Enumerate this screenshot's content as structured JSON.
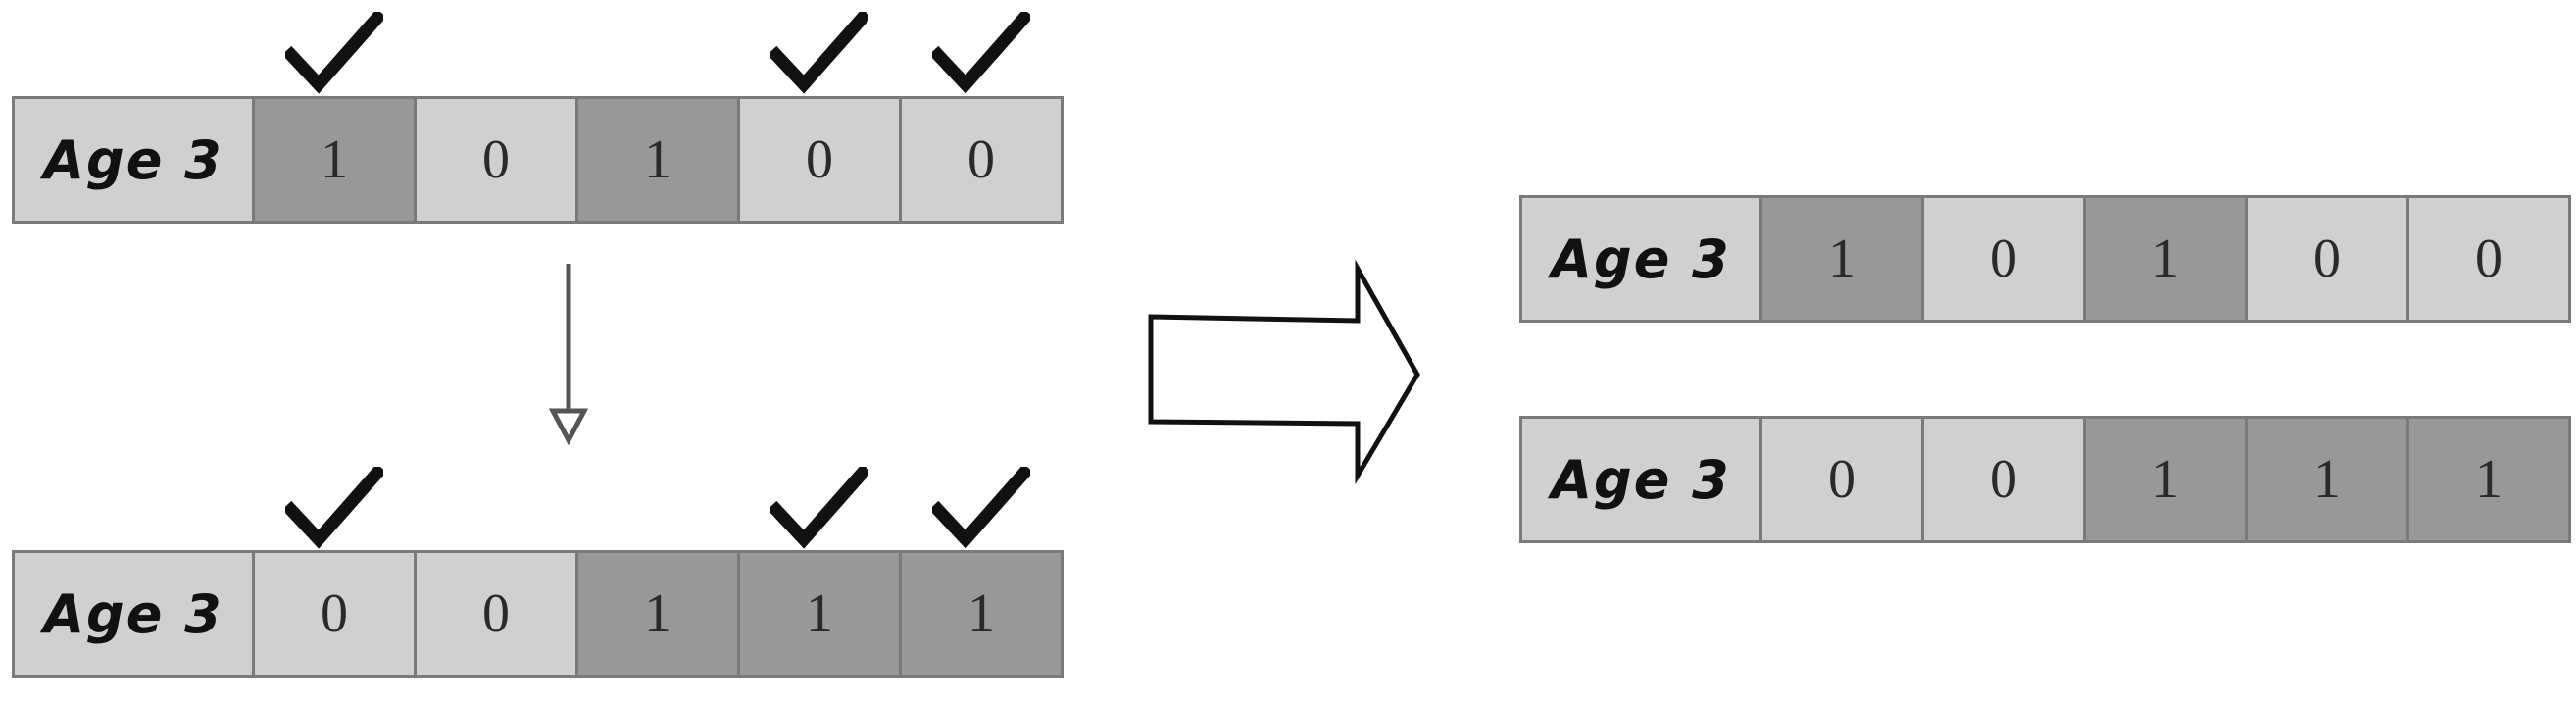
{
  "colors": {
    "light_cell": "#d0d0d0",
    "dark_cell": "#989898",
    "border": "#7a7a7a",
    "check": "#111111",
    "arrow": "#555555"
  },
  "rows": {
    "left_top": {
      "label": "Age  3",
      "cells": [
        {
          "v": "1",
          "shade": "dark"
        },
        {
          "v": "0",
          "shade": "light"
        },
        {
          "v": "1",
          "shade": "dark"
        },
        {
          "v": "0",
          "shade": "light"
        },
        {
          "v": "0",
          "shade": "light"
        }
      ],
      "checked": [
        0,
        3,
        4
      ]
    },
    "left_bottom": {
      "label": "Age  3",
      "cells": [
        {
          "v": "0",
          "shade": "light"
        },
        {
          "v": "0",
          "shade": "light"
        },
        {
          "v": "1",
          "shade": "dark"
        },
        {
          "v": "1",
          "shade": "dark"
        },
        {
          "v": "1",
          "shade": "dark"
        }
      ],
      "checked": [
        0,
        3,
        4
      ]
    },
    "right_top": {
      "label": "Age  3",
      "cells": [
        {
          "v": "1",
          "shade": "dark"
        },
        {
          "v": "0",
          "shade": "light"
        },
        {
          "v": "1",
          "shade": "dark"
        },
        {
          "v": "0",
          "shade": "light"
        },
        {
          "v": "0",
          "shade": "light"
        }
      ],
      "checked": []
    },
    "right_bottom": {
      "label": "Age  3",
      "cells": [
        {
          "v": "0",
          "shade": "light"
        },
        {
          "v": "0",
          "shade": "light"
        },
        {
          "v": "1",
          "shade": "dark"
        },
        {
          "v": "1",
          "shade": "dark"
        },
        {
          "v": "1",
          "shade": "dark"
        }
      ],
      "checked": []
    }
  },
  "icons": {
    "check": "check-icon",
    "down_arrow": "down-arrow-icon",
    "block_arrow": "block-arrow-icon"
  }
}
